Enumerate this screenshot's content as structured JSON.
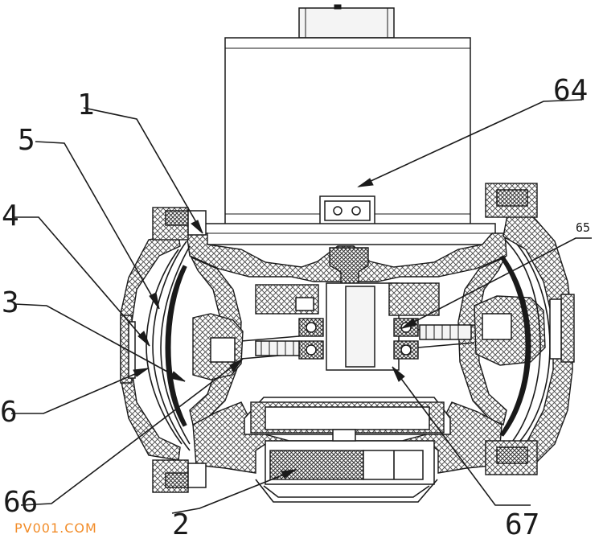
{
  "diagram": {
    "callouts": {
      "n1": "1",
      "n2": "2",
      "n3": "3",
      "n4": "4",
      "n5": "5",
      "n6": "6",
      "n64": "64",
      "n65": "65",
      "n66": "66",
      "n67": "67"
    }
  },
  "watermark": {
    "text": "PV001.COM",
    "color": "#f28c28"
  }
}
